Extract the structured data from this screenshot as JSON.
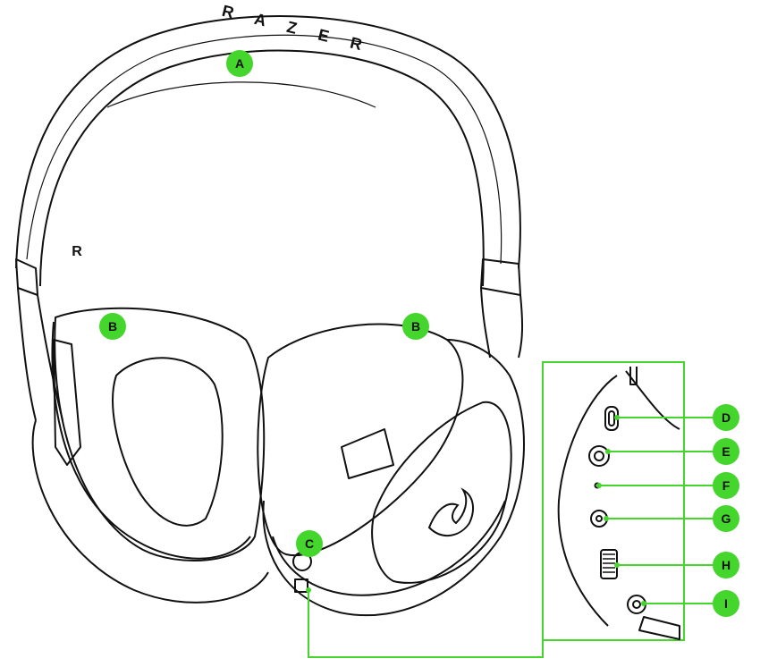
{
  "diagram": {
    "brand_mark": "R",
    "headband_lettering": "R A Z E R",
    "callouts": [
      {
        "id": "A",
        "label": "A"
      },
      {
        "id": "B_left",
        "label": "B"
      },
      {
        "id": "B_right",
        "label": "B"
      },
      {
        "id": "C",
        "label": "C"
      },
      {
        "id": "D",
        "label": "D"
      },
      {
        "id": "E",
        "label": "E"
      },
      {
        "id": "F",
        "label": "F"
      },
      {
        "id": "G",
        "label": "G"
      },
      {
        "id": "H",
        "label": "H"
      },
      {
        "id": "I",
        "label": "I"
      }
    ],
    "colors": {
      "accent": "#44d62c",
      "line": "#111111",
      "background": "#ffffff"
    }
  }
}
